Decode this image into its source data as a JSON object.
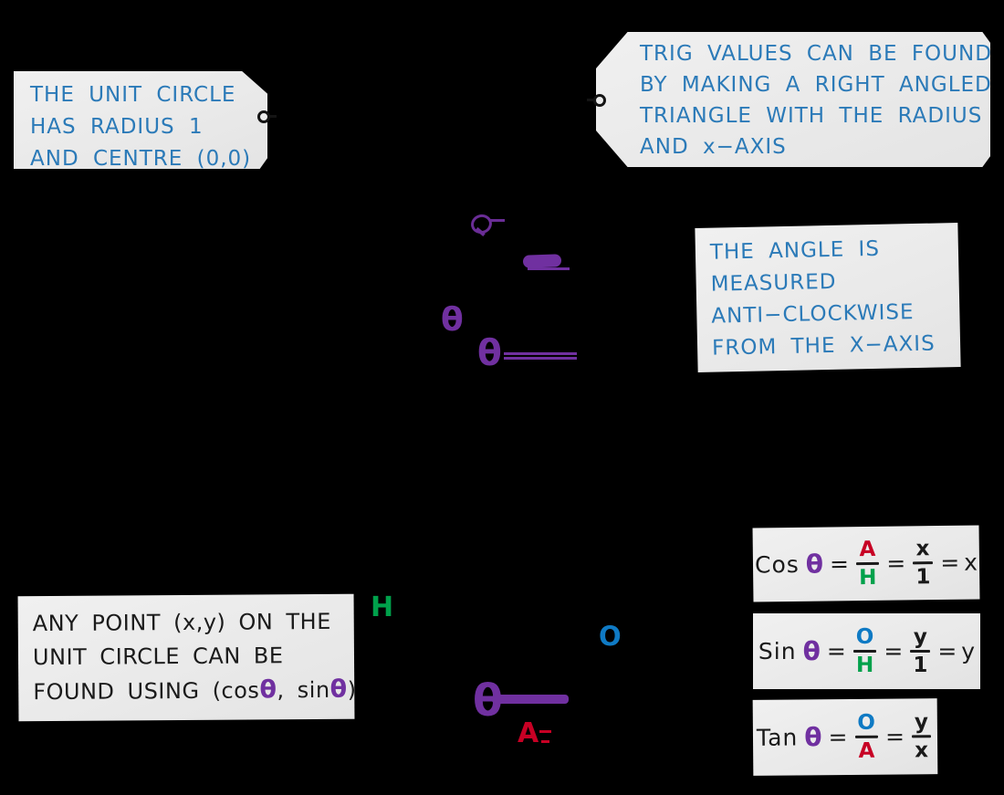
{
  "colors": {
    "background": "#000000",
    "box_background": "#ebebeb",
    "callout_blue": "#2b7ab8",
    "ink_black": "#1a1a1a",
    "theta_purple": "#7030a0",
    "hypotenuse_green": "#00a14b",
    "opposite_blue": "#0f7ac4",
    "adjacent_red": "#c70024"
  },
  "callouts": {
    "unit_circle": {
      "lines": [
        "THE UNIT CIRCLE",
        "HAS RADIUS 1",
        "AND CENTRE (0,0)"
      ]
    },
    "trig_values": {
      "lines": [
        "TRIG VALUES CAN BE FOUND",
        "BY MAKING A RIGHT ANGLED",
        "TRIANGLE WITH THE RADIUS",
        "AND x−AXIS"
      ]
    },
    "angle_measure": {
      "lines": [
        "THE ANGLE IS",
        "MEASURED",
        "ANTI−CLOCKWISE",
        "FROM THE X−AXIS"
      ]
    },
    "any_point": {
      "line1": "ANY POINT (x,y) ON THE",
      "line2": "UNIT CIRCLE CAN BE",
      "line3_pre": "FOUND USING (cos",
      "theta": "θ",
      "line3_mid": ", sin",
      "line3_post": ")"
    }
  },
  "formulas": {
    "equals": "=",
    "cos": {
      "fn": "Cos",
      "theta": "θ",
      "num1": "A",
      "den1": "H",
      "num2": "x",
      "den2": "1",
      "result": "x"
    },
    "sin": {
      "fn": "Sin",
      "theta": "θ",
      "num1": "O",
      "den1": "H",
      "num2": "y",
      "den2": "1",
      "result": "y"
    },
    "tan": {
      "fn": "Tan",
      "theta": "θ",
      "num1": "O",
      "den1": "A",
      "num2": "y",
      "den2": "x"
    }
  },
  "diagram": {
    "upper": {
      "theta_center": "θ",
      "theta_pointer": "θ"
    },
    "lower": {
      "hypotenuse": "H",
      "opposite": "O",
      "adjacent": "A",
      "theta": "θ"
    }
  }
}
